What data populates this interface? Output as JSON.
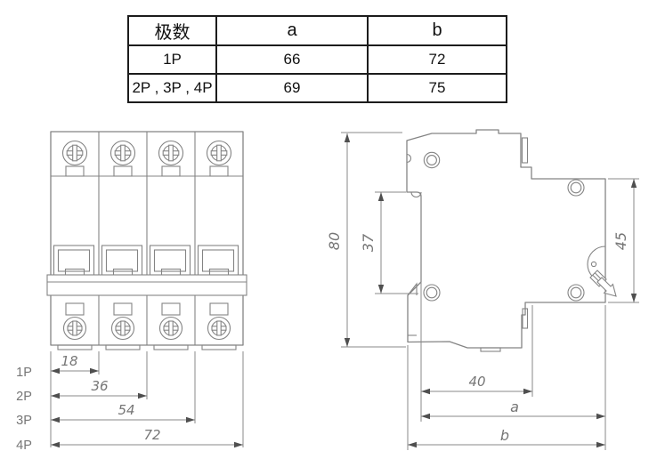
{
  "table": {
    "headers": [
      "极数",
      "a",
      "b"
    ],
    "rows": [
      {
        "poles": "1P",
        "a": "66",
        "b": "72"
      },
      {
        "poles": "2P , 3P , 4P",
        "a": "69",
        "b": "75"
      }
    ]
  },
  "front_view": {
    "width_dims": [
      {
        "label": "1P",
        "value": "18"
      },
      {
        "label": "2P",
        "value": "36"
      },
      {
        "label": "3P",
        "value": "54"
      },
      {
        "label": "4P",
        "value": "72"
      }
    ]
  },
  "side_view": {
    "dims": {
      "overall_height": "80",
      "din_recess_height": "37",
      "front_height": "45",
      "base_width": "40",
      "depth_a": "a",
      "depth_b": "b"
    }
  },
  "colors": {
    "drawing_line": "#848484",
    "dimension_text": "#767676",
    "table_line": "#1c1c1c",
    "table_text": "#111111"
  }
}
